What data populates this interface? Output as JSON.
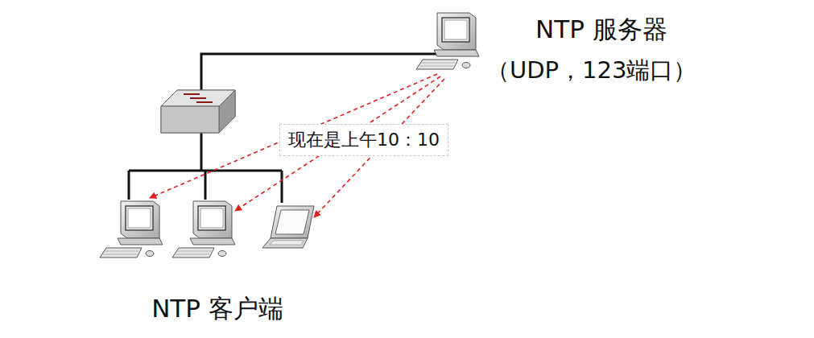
{
  "diagram": {
    "nodes": [
      {
        "text": [
          "NTP 服务器",
          "（UDP，123端口）"
        ]
      },
      {
        "text": [
          "NTP 客户端"
        ]
      }
    ],
    "edges": [
      {
        "from": 0,
        "to": 1,
        "arrow": "to"
      },
      {
        "from": 0,
        "to": 1,
        "label": "现在是上午10：10",
        "arrow": "to"
      },
      {
        "from": 0,
        "to": 1,
        "arrow": "to"
      }
    ]
  }
}
